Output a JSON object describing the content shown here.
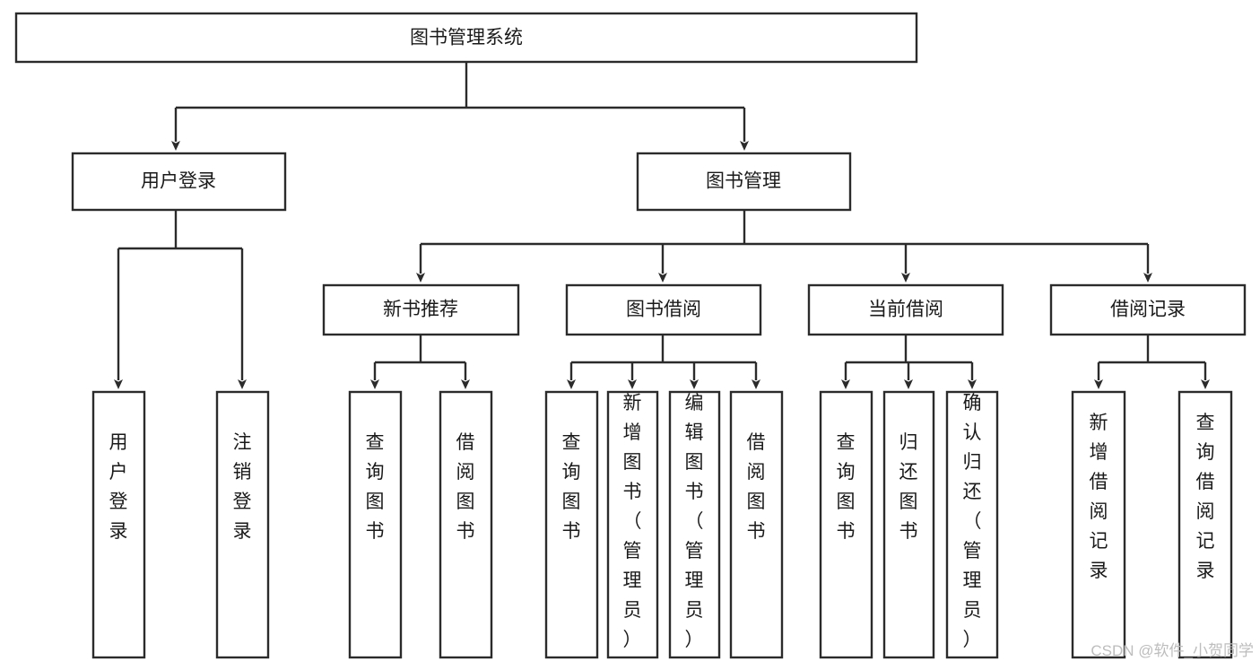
{
  "diagram": {
    "type": "hierarchy-tree",
    "title": "图书管理系统",
    "levels": 4,
    "colors": {
      "box_fill": "#ffffff",
      "box_stroke": "#2b2b2b",
      "connector": "#2b2b2b",
      "text": "#1a1a1a",
      "watermark": "#bdbdbd",
      "background": "#ffffff"
    },
    "root": {
      "label": "图书管理系统",
      "orientation": "horizontal"
    },
    "level2": [
      {
        "label": "用户登录",
        "orientation": "horizontal"
      },
      {
        "label": "图书管理",
        "orientation": "horizontal"
      }
    ],
    "level3": [
      {
        "label": "新书推荐",
        "orientation": "horizontal"
      },
      {
        "label": "图书借阅",
        "orientation": "horizontal"
      },
      {
        "label": "当前借阅",
        "orientation": "horizontal"
      },
      {
        "label": "借阅记录",
        "orientation": "horizontal"
      }
    ],
    "leaves": {
      "user_login": [
        {
          "label": "用户登录",
          "orientation": "vertical"
        },
        {
          "label": "注销登录",
          "orientation": "vertical"
        }
      ],
      "new_book_recommend": [
        {
          "label": "查询图书",
          "orientation": "vertical"
        },
        {
          "label": "借阅图书",
          "orientation": "vertical"
        }
      ],
      "book_borrow": [
        {
          "label": "查询图书",
          "orientation": "vertical"
        },
        {
          "label": "新增图书（管理员）",
          "orientation": "vertical"
        },
        {
          "label": "编辑图书（管理员）",
          "orientation": "vertical"
        },
        {
          "label": "借阅图书",
          "orientation": "vertical"
        }
      ],
      "current_borrow": [
        {
          "label": "查询图书",
          "orientation": "vertical"
        },
        {
          "label": "归还图书",
          "orientation": "vertical"
        },
        {
          "label": "确认归还（管理员）",
          "orientation": "vertical"
        }
      ],
      "borrow_record": [
        {
          "label": "新增借阅记录",
          "orientation": "vertical"
        },
        {
          "label": "查询借阅记录",
          "orientation": "vertical"
        }
      ]
    },
    "watermark": "CSDN @软件_小贺同学"
  }
}
